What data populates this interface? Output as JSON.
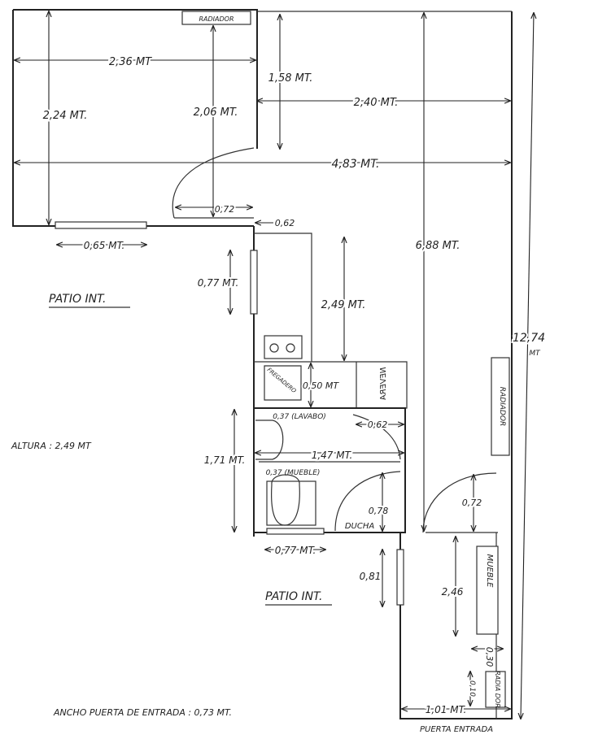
{
  "rooms": {
    "patio_top": "PATIO INT.",
    "patio_bottom": "PATIO INT."
  },
  "fixtures": {
    "radiador_top": "RADIADOR",
    "radiador_right": "RADIADOR",
    "radiador_small": "RADIA DOR",
    "nevera": "NEVERA",
    "fregadero": "FREGADERO",
    "lavabo": "0,37 (LAVABO)",
    "mueble_bath": "0,37 (MUEBLE)",
    "ducha": "DUCHA",
    "mueble_right": "MUEBLE"
  },
  "dims": {
    "d_236": "2,36 MT",
    "d_224": "2,24 MT.",
    "d_206": "2,06 MT.",
    "d_158": "1,58 MT.",
    "d_240": "2,40 MT.",
    "d_483": "4,83 MT.",
    "d_072a": "0,72",
    "d_062a": "0,62",
    "d_065": "0,65 MT.",
    "d_077a": "0,77 MT.",
    "d_249": "2,49 MT.",
    "d_688": "6,88 MT.",
    "d_1274": "12,74",
    "d_1274u": "MT",
    "d_050": "0,50 MT",
    "d_062b": "0,62",
    "d_171": "1,71 MT.",
    "d_147": "1,47 MT.",
    "d_078": "0,78",
    "d_072b": "0,72",
    "d_077b": "0,77 MT.",
    "d_081": "0,81",
    "d_246": "2,46",
    "d_030": "0,30",
    "d_010": "0,10",
    "d_101": "1,01 MT."
  },
  "notes": {
    "altura": "ALTURA : 2,49 MT",
    "ancho": "ANCHO PUERTA DE ENTRADA : 0,73 MT.",
    "puerta": "PUERTA ENTRADA"
  }
}
